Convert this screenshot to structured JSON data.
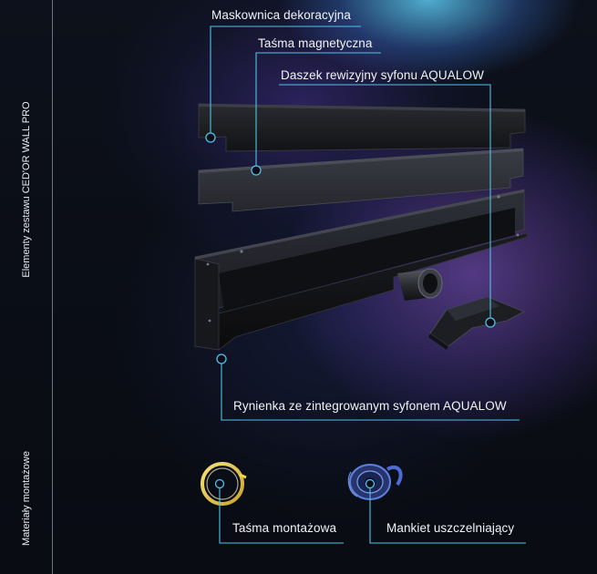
{
  "side_labels": {
    "set_elements": "Elementy zestawu CED'OR WALL PRO",
    "mounting_materials": "Materiały montażowe"
  },
  "callouts": {
    "decorative_cover": "Maskownica dekoracyjna",
    "magnetic_tape": "Taśma magnetyczna",
    "siphon_cap": "Daszek rewizyjny syfonu AQUALOW",
    "channel": "Rynienka ze zintegrowanym syfonem AQUALOW",
    "mounting_tape": "Taśma montażowa",
    "sealing_collar": "Mankiet uszczelniający"
  },
  "colors": {
    "callout_line": "#4fc3ea",
    "label_text": "#f1f3f7",
    "mounting_tape_ring": "#f2d64b",
    "sealing_collar": "#3a5fd0"
  }
}
